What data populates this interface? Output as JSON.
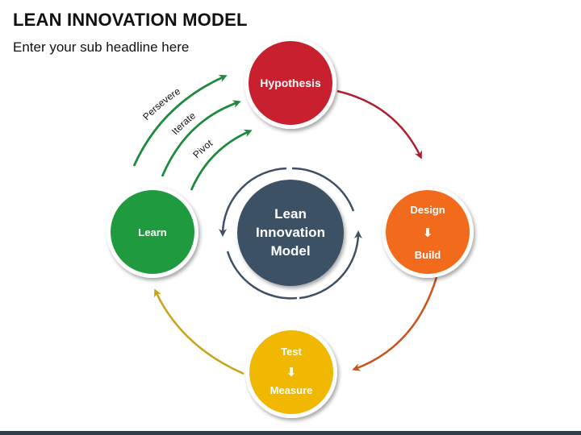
{
  "header": {
    "title": "LEAN INNOVATION MODEL",
    "subtitle": "Enter your sub headline here"
  },
  "center": {
    "line1": "Lean",
    "line2": "Innovation",
    "line3": "Model",
    "color": "#3e5165",
    "ring_color": "#3e5165"
  },
  "nodes": {
    "hypothesis": {
      "label": "Hypothesis",
      "color": "#c8202f"
    },
    "design_build": {
      "top": "Design",
      "bottom": "Build",
      "color": "#f26b1d"
    },
    "test_measure": {
      "top": "Test",
      "bottom": "Measure",
      "color": "#f0b800"
    },
    "learn": {
      "label": "Learn",
      "color": "#1f9a3f"
    }
  },
  "paths": {
    "persevere": "Persevere",
    "iterate": "Iterate",
    "pivot": "Pivot",
    "color": "#1e8a3c"
  },
  "arrows": {
    "hyp_to_design": "#a8232f",
    "design_to_test": "#c9541b",
    "test_to_learn": "#c8a21a"
  },
  "icons": {
    "down_arrow": "⬇"
  }
}
